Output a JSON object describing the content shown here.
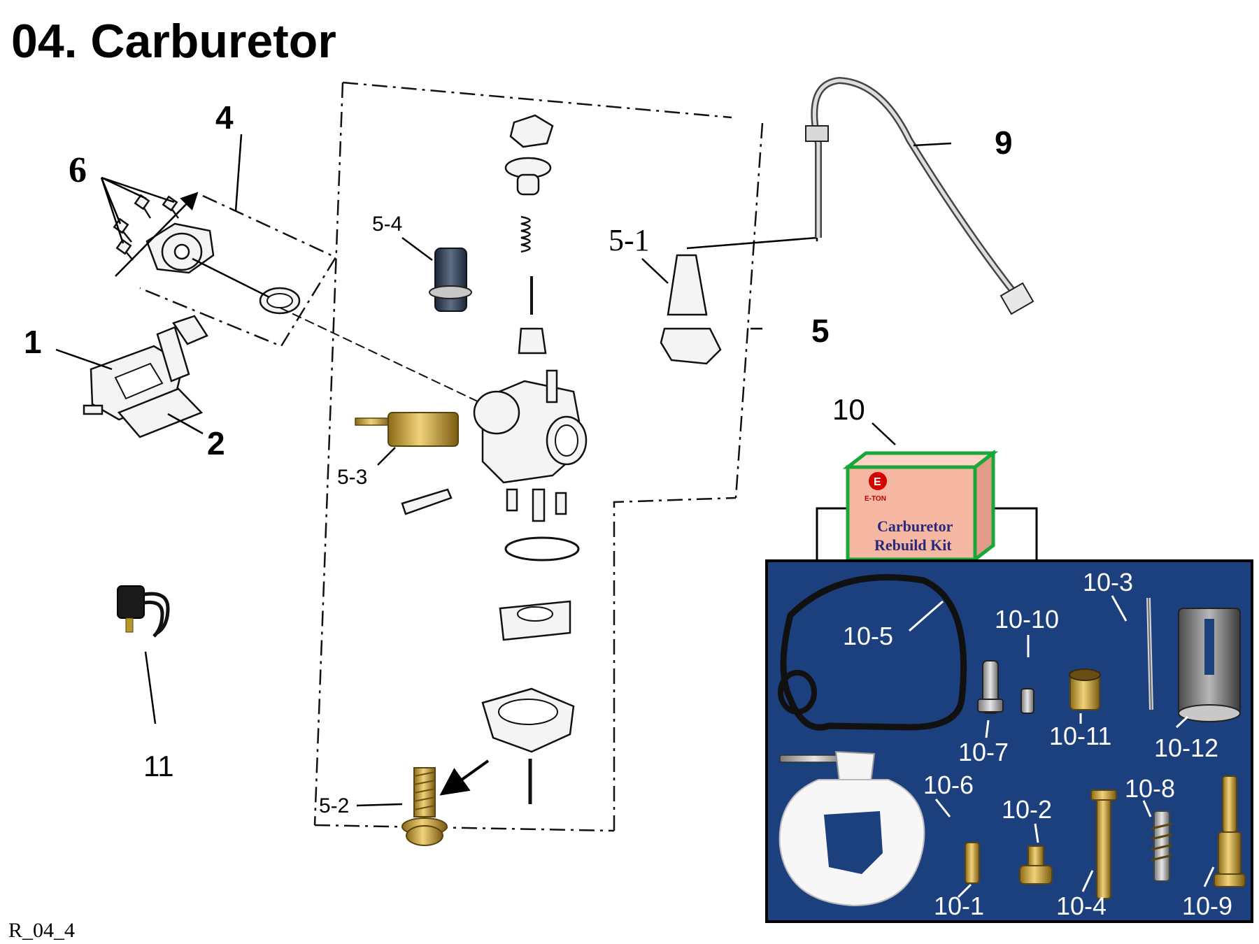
{
  "title": "04. Carburetor",
  "footer_code": "R_04_4",
  "callouts": {
    "c1": "1",
    "c2": "2",
    "c4": "4",
    "c5": "5",
    "c6": "6",
    "c9": "9",
    "c5_1": "5-1",
    "c5_2": "5-2",
    "c5_3": "5-3",
    "c5_4": "5-4",
    "c10": "10",
    "c11": "11"
  },
  "kit_box": {
    "brand": "E-TON",
    "line1": "Carburetor",
    "line2": "Rebuild Kit"
  },
  "kit_labels": {
    "k10_1": "10-1",
    "k10_2": "10-2",
    "k10_3": "10-3",
    "k10_4": "10-4",
    "k10_5": "10-5",
    "k10_6": "10-6",
    "k10_7": "10-7",
    "k10_8": "10-8",
    "k10_9": "10-9",
    "k10_10": "10-10",
    "k10_11": "10-11",
    "k10_12": "10-12"
  },
  "colors": {
    "kit_panel": "#1c3f7e",
    "box_face": "#f6b7a3",
    "box_border": "#18a83a",
    "brass": "#c9a43a",
    "gasket": "#1a1a1a"
  }
}
